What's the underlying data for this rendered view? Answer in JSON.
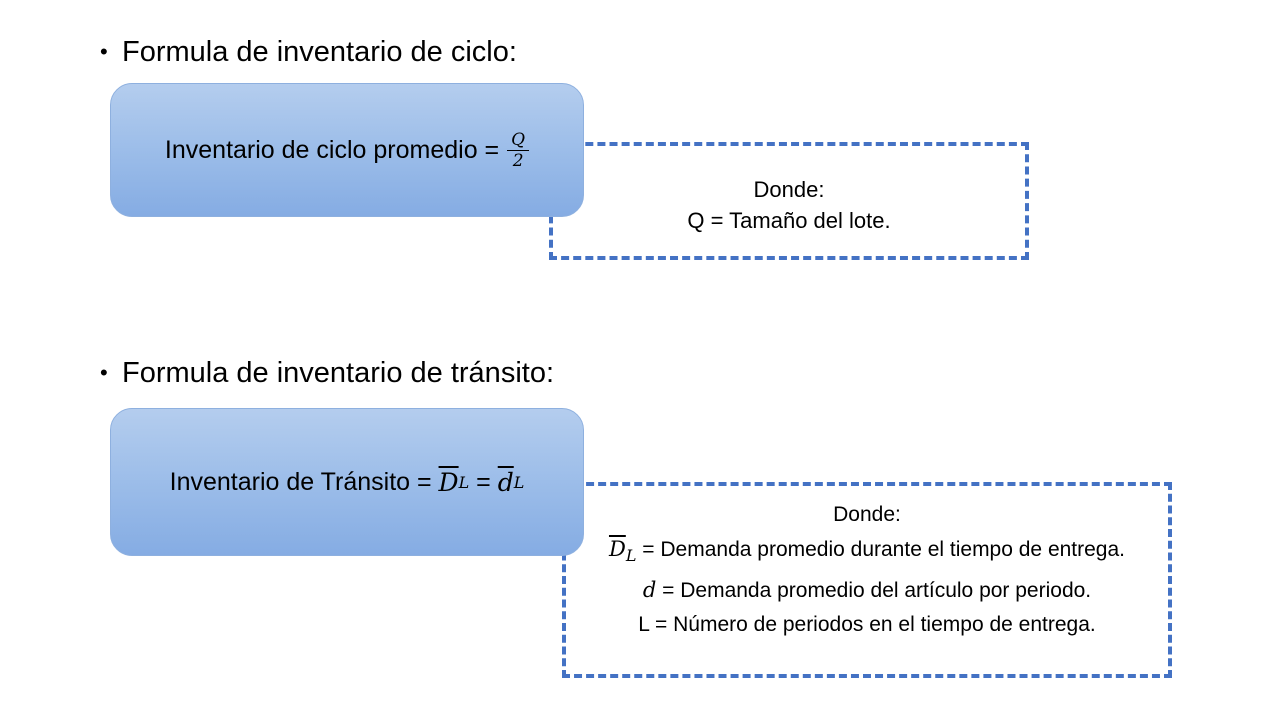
{
  "bullets": {
    "cycle": "Formula de inventario de ciclo:",
    "transit": "Formula de inventario de tránsito:",
    "marker": "•"
  },
  "cycle_formula": {
    "label": "Inventario de ciclo promedio =",
    "numerator": "Q",
    "denominator": "2"
  },
  "cycle_note": {
    "heading": "Donde:",
    "lines": [
      "Q = Tamaño del lote."
    ]
  },
  "transit_formula": {
    "label": "Inventario de Tránsito =",
    "symbol_1": "D",
    "symbol_1_sub": "L",
    "equals": "=",
    "symbol_2": "d",
    "symbol_2_sub": "L"
  },
  "transit_note": {
    "heading": "Donde:",
    "d_bar_symbol": "D",
    "d_bar_sub": "L",
    "line_1": "= Demanda promedio durante el tiempo de entrega.",
    "d_symbol": "d",
    "line_2": "= Demanda promedio del artículo por periodo.",
    "line_3": "L = Número de periodos en el tiempo de entrega."
  },
  "colors": {
    "accent_dashed": "#4472c4",
    "box_top": "#b4cdee",
    "box_bottom": "#85ace3"
  }
}
